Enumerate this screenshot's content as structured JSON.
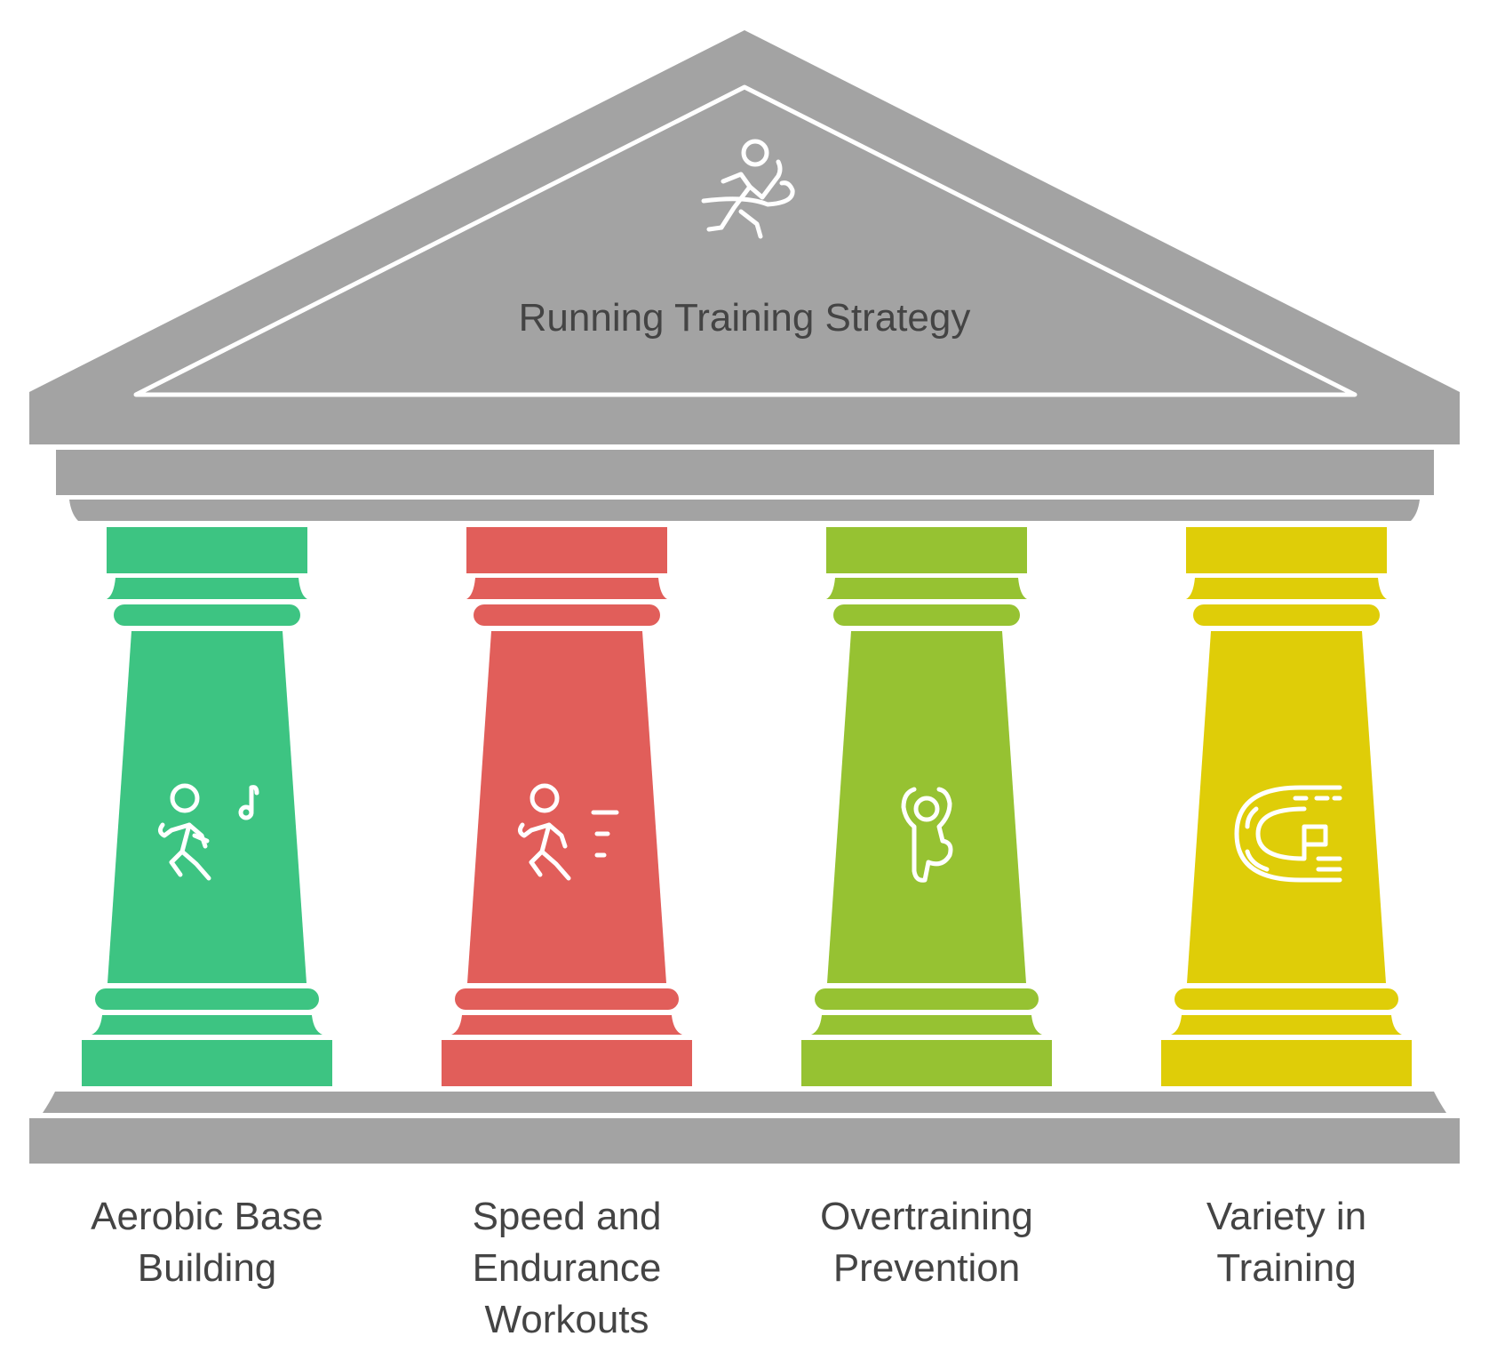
{
  "title": "Running Training Strategy",
  "colors": {
    "structure": "#a3a3a3",
    "text": "#444444",
    "icon_stroke": "#ffffff"
  },
  "pillars": [
    {
      "label": "Aerobic Base\nBuilding",
      "color": "#3dc482",
      "icon": "runner-with-music-icon"
    },
    {
      "label": "Speed and\nEndurance\nWorkouts",
      "color": "#e15e5a",
      "icon": "fast-runner-icon"
    },
    {
      "label": "Overtraining\nPrevention",
      "color": "#96c232",
      "icon": "stretching-person-icon"
    },
    {
      "label": "Variety in\nTraining",
      "color": "#dfcd08",
      "icon": "running-track-icon"
    }
  ]
}
